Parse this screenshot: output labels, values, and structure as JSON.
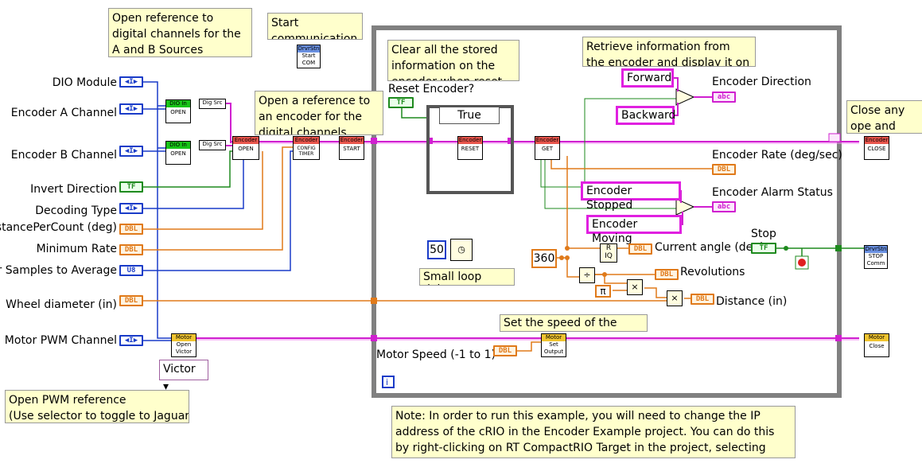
{
  "notes": {
    "open_digital": "Open reference to digital channels for the A and B Sources",
    "start_comm": "Start communication",
    "open_encoder_ref": "Open a reference to an encoder for the digital channels",
    "clear_info": "Clear all the stored information on the encoder when reset",
    "retrieve_info": "Retrieve information from the encoder and display it on the",
    "close_any": "Close any ope and stop com",
    "open_pwm": "Open PWM reference\n(Use selector to toggle to Jaguar)",
    "set_speed": "Set the speed of the motor",
    "ip_note": "Note:  In order to run this example, you will need to change the IP address of the cRIO in the Encoder Example project.  You can do this by right-clicking on RT CompactRIO Target in the project, selecting Properties, and"
  },
  "controls": {
    "dio_module": "DIO Module",
    "encoder_a": "Encoder A Channel",
    "encoder_b": "Encoder B Channel",
    "invert_direction": "Invert Direction",
    "decoding_type": "Decoding Type",
    "distance_per_count": "DistancePerCount (deg)",
    "minimum_rate": "Minimum Rate",
    "samples_avg": "er Samples to Average",
    "wheel_diameter": "Wheel diameter (in)",
    "motor_pwm": "Motor PWM Channel",
    "reset_encoder": "Reset Encoder?",
    "motor_speed": "Motor Speed (-1 to 1)",
    "stop": "Stop"
  },
  "indicators": {
    "encoder_direction": "Encoder Direction",
    "encoder_rate": "Encoder Rate (deg/sec)",
    "encoder_alarm": "Encoder Alarm Status",
    "current_angle": "Current angle (deg)",
    "revolutions": "Revolutions",
    "distance": "Distance (in)"
  },
  "terminals": {
    "ring": "◀I▶",
    "tf": "TF",
    "dbl": "DBL",
    "u8": "U8",
    "abc": "abc"
  },
  "strings": {
    "forward": "Forward",
    "backward": "Backward",
    "stopped": "Encoder Stopped",
    "moving": "Encoder Moving"
  },
  "constants": {
    "small_delay": "50",
    "c360": "360",
    "pi": "π",
    "victor": "Victor ▾",
    "case_value": "True",
    "small_delay_label": "Small loop delay"
  },
  "vis": {
    "dio_in_1": {
      "hdr": "DIO In",
      "body": "OPEN"
    },
    "dio_in_2": {
      "hdr": "DIO In",
      "body": "OPEN"
    },
    "dig_src_1": "Dig Src",
    "dig_src_2": "Dig Src",
    "enc_open": {
      "hdr": "Encoder",
      "body": "OPEN"
    },
    "enc_config": {
      "hdr": "Encoder",
      "body": "CONFIG TIMER"
    },
    "enc_start": {
      "hdr": "Encoder",
      "body": "START"
    },
    "enc_reset": {
      "hdr": "Encoder",
      "body": "RESET"
    },
    "enc_get": {
      "hdr": "Encoder",
      "body": "GET"
    },
    "enc_close": {
      "hdr": "Encoder",
      "body": "CLOSE"
    },
    "drvstn_start": {
      "hdr": "DrvrStn",
      "body": "Start COM"
    },
    "drvstn_stop": {
      "hdr": "DrvrStn",
      "body": "STOP Comm"
    },
    "motor_open": {
      "hdr": "Motor",
      "body": "Open Victor"
    },
    "motor_set": {
      "hdr": "Motor",
      "body": "Set Output"
    },
    "motor_close": {
      "hdr": "Motor",
      "body": "Close"
    }
  },
  "colors": {
    "numeric_wire": "#1a3cc8",
    "double_wire": "#e07a1a",
    "bool_wire": "#1e8a1e",
    "ref_wire": "#d020d0",
    "loop_border": "#808080"
  }
}
